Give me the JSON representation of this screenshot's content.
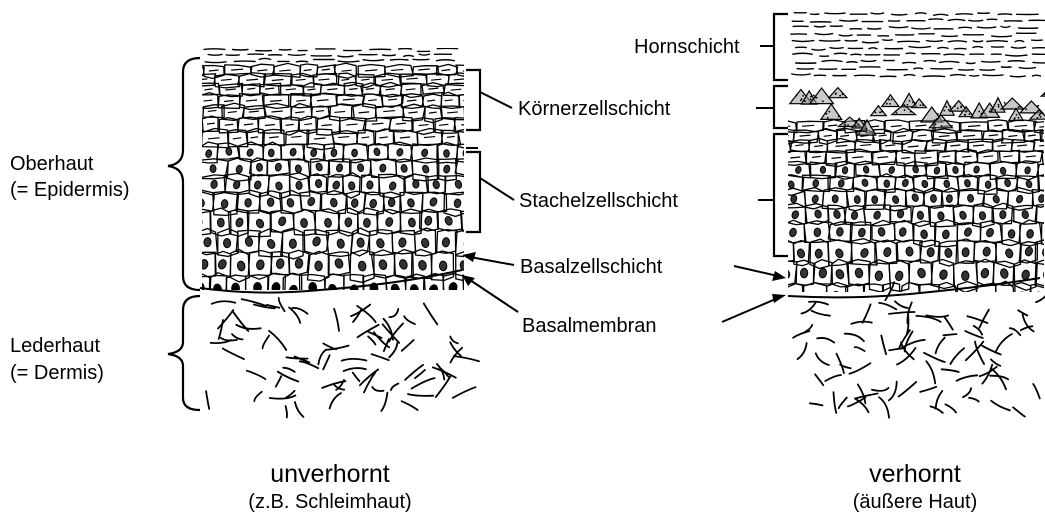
{
  "left_panel": {
    "labels": {
      "oberhaut": "Oberhaut",
      "oberhaut_sub": "(= Epidermis)",
      "lederhaut": "Lederhaut",
      "lederhaut_sub": "(= Dermis)"
    },
    "caption": "unverhornt",
    "caption_sub": "(z.B. Schleimhaut)"
  },
  "center_labels": {
    "koernerzellschicht": "Körnerzellschicht",
    "stachelzellschicht": "Stachelzellschicht",
    "basalzellschicht": "Basalzellschicht",
    "basalmembran": "Basalmembran"
  },
  "right_panel": {
    "labels": {
      "hornschicht": "Hornschicht"
    },
    "caption": "verhornt",
    "caption_sub": "(äußere Haut)"
  }
}
